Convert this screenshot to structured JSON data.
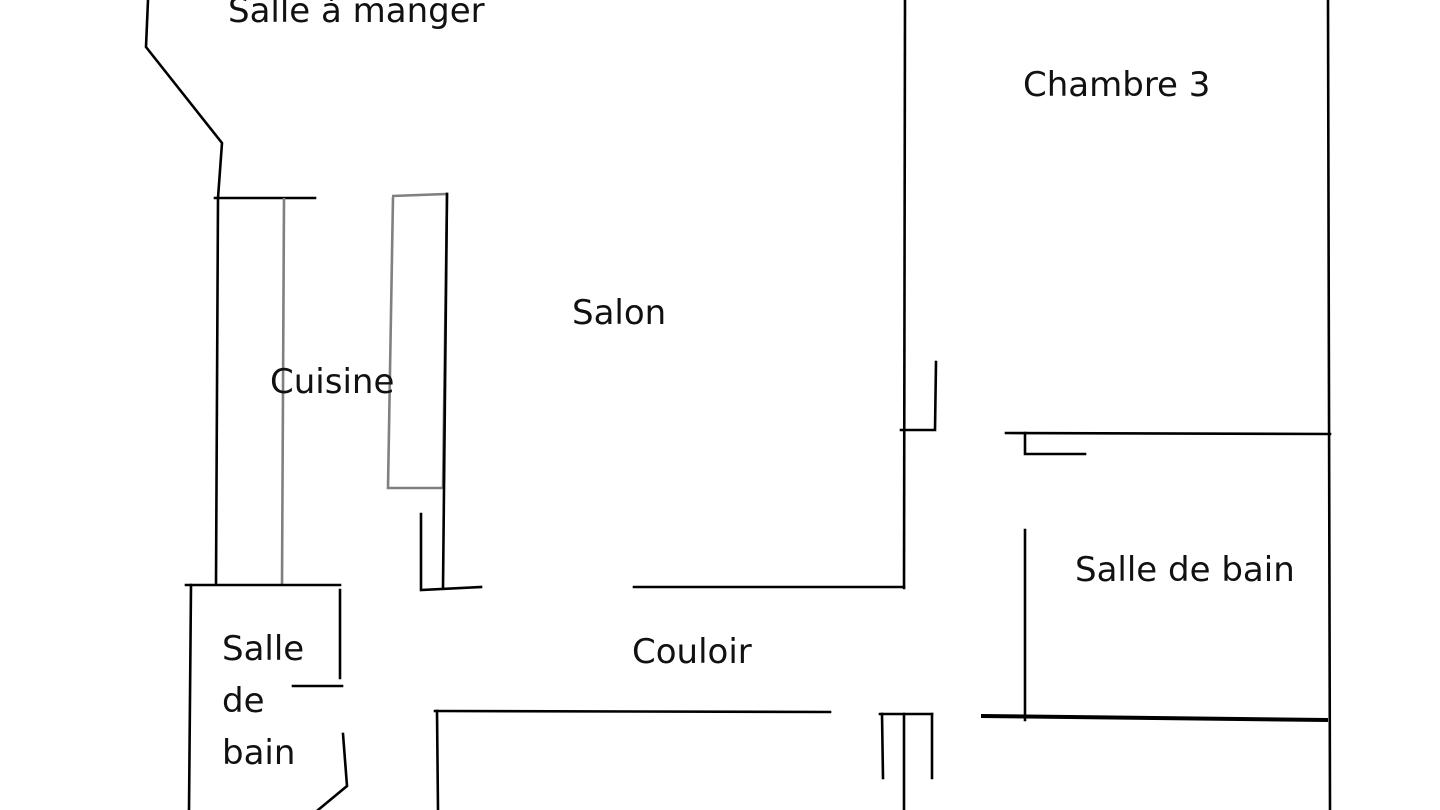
{
  "plan": {
    "rooms": {
      "salle_a_manger": "Salle à manger",
      "chambre_3": "Chambre 3",
      "salon": "Salon",
      "cuisine": "Cuisine",
      "salle_de_bain_right": "Salle de bain",
      "couloir": "Couloir",
      "salle_de_bain_left": [
        "Salle",
        "de",
        "bain"
      ]
    },
    "colors": {
      "wall": "#000000",
      "fixture": "#808080",
      "background": "#ffffff"
    }
  }
}
